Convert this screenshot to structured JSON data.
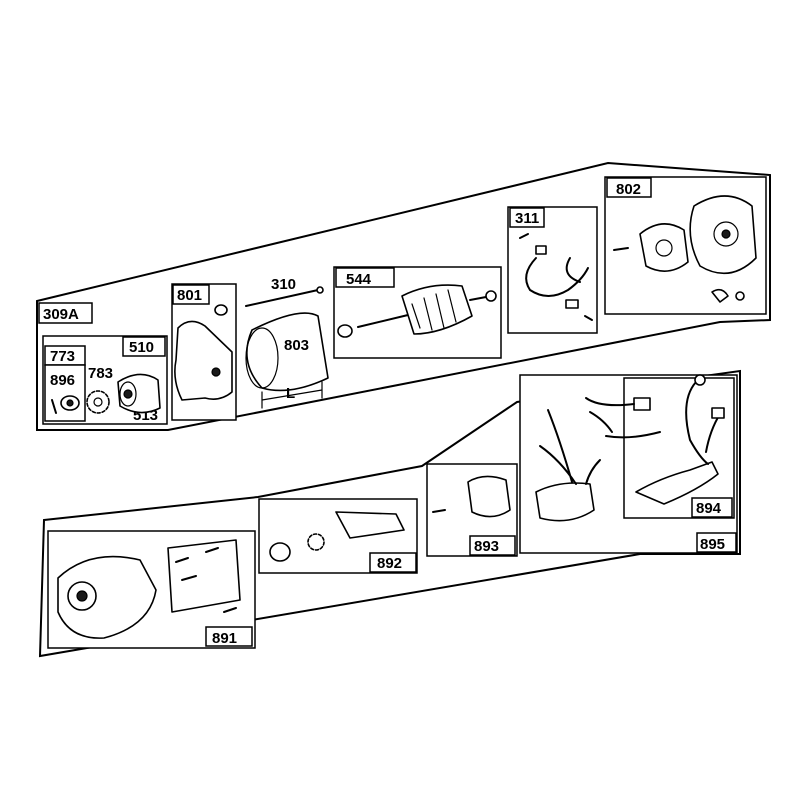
{
  "parts": {
    "p309A": "309A",
    "p773": "773",
    "p510": "510",
    "p896": "896",
    "p783": "783",
    "p513": "513",
    "p801": "801",
    "p310": "310",
    "p803": "803",
    "pL": "L",
    "p544": "544",
    "p311": "311",
    "p802": "802",
    "p894": "894",
    "p895": "895",
    "p893": "893",
    "p892": "892",
    "p891": "891"
  }
}
